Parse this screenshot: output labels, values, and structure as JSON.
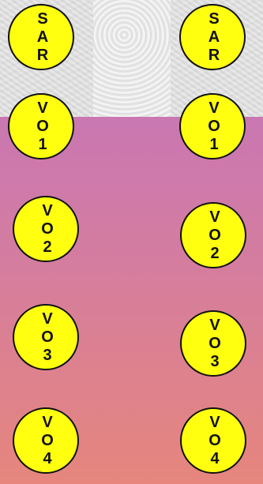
{
  "background_color": "#cf7aa9",
  "circle_color": "#ffff0f",
  "left_column": [
    {
      "line1": "S",
      "line2": "A",
      "line3": "R"
    },
    {
      "line1": "V",
      "line2": "O",
      "line3": "1"
    },
    {
      "line1": "V",
      "line2": "O",
      "line3": "2"
    },
    {
      "line1": "V",
      "line2": "O",
      "line3": "3"
    },
    {
      "line1": "V",
      "line2": "O",
      "line3": "4"
    }
  ],
  "right_column": [
    {
      "line1": "S",
      "line2": "A",
      "line3": "R"
    },
    {
      "line1": "V",
      "line2": "O",
      "line3": "1"
    },
    {
      "line1": "V",
      "line2": "O",
      "line3": "2"
    },
    {
      "line1": "V",
      "line2": "O",
      "line3": "3"
    },
    {
      "line1": "V",
      "line2": "O",
      "line3": "4"
    }
  ]
}
